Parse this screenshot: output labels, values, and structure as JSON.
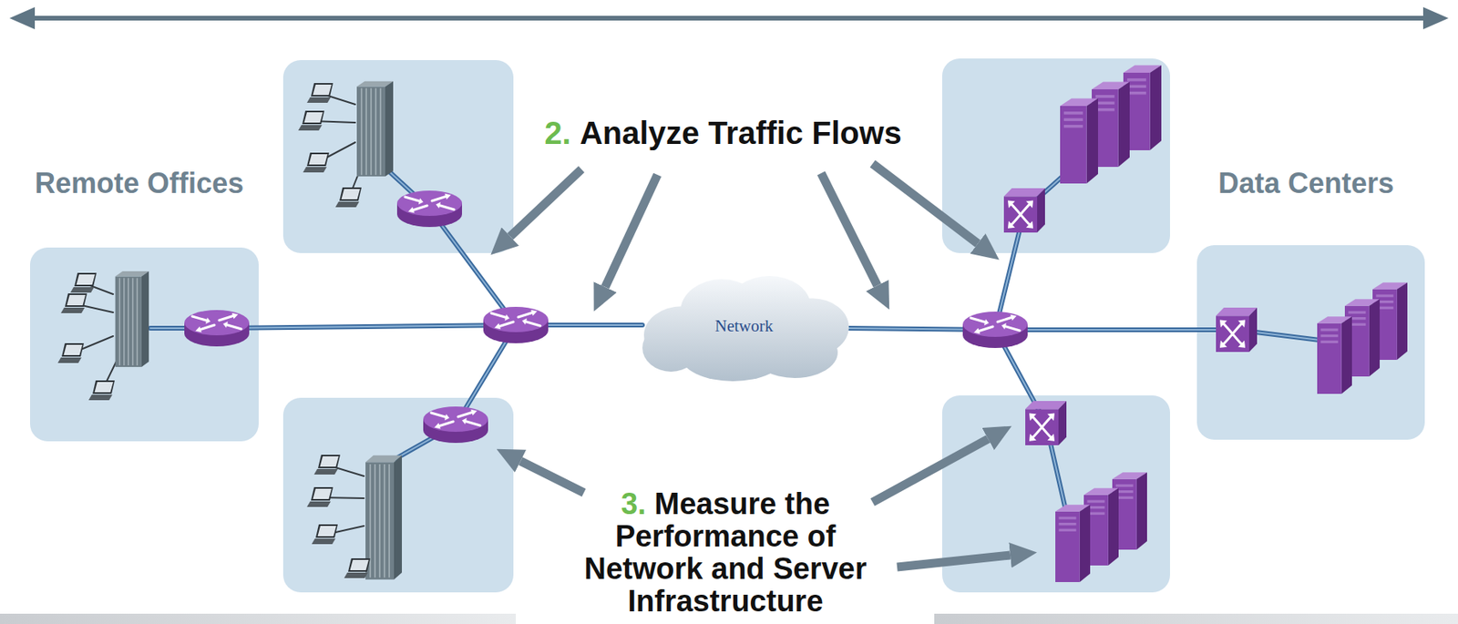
{
  "diagram": {
    "nodes": [
      {
        "text": [
          "Network"
        ]
      }
    ],
    "labels": [
      "Remote Offices",
      "Data Centers",
      "2.",
      "Analyze Traffic Flows",
      "3.",
      "Measure the Performance of Network and Server Infrastructure"
    ]
  }
}
